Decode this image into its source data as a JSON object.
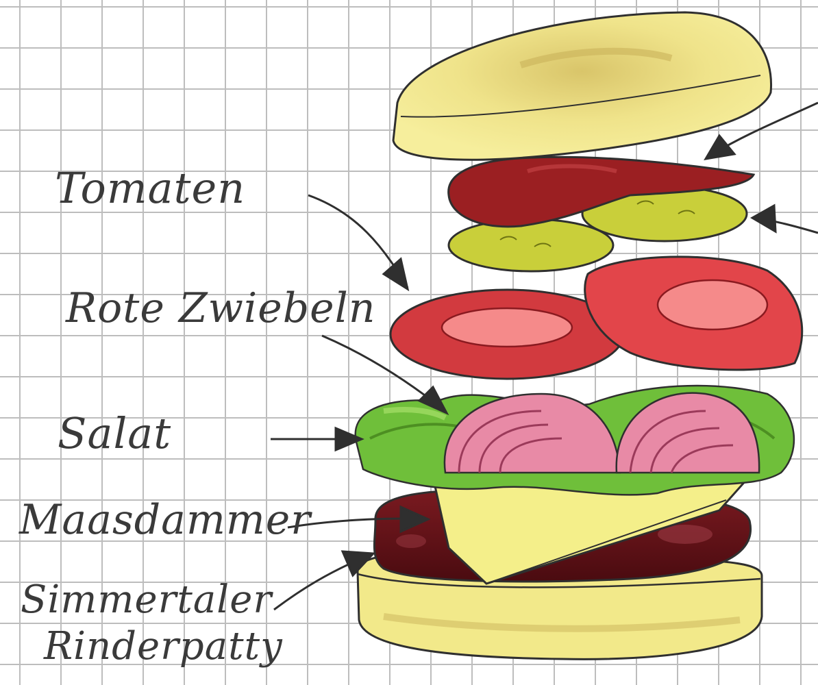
{
  "labels": {
    "tomaten": "Tomaten",
    "rote_zwiebeln": "Rote Zwiebeln",
    "salat": "Salat",
    "maasdammer": "Maasdammer",
    "patty_line1": "Simmertaler",
    "patty_line2": "Rinderpatty"
  },
  "colors": {
    "grid_line": "#bdbdbd",
    "bun": "#f2e98a",
    "bun_shade": "#c9b35a",
    "ketchup": "#9b1f22",
    "pickle": "#c9cf3a",
    "tomato": "#e2454a",
    "tomato_inner": "#f58a8a",
    "onion": "#e88aa6",
    "lettuce": "#6fbf3a",
    "cheese": "#f4ef8a",
    "patty": "#6e1218",
    "ink": "#2f2f2f"
  }
}
